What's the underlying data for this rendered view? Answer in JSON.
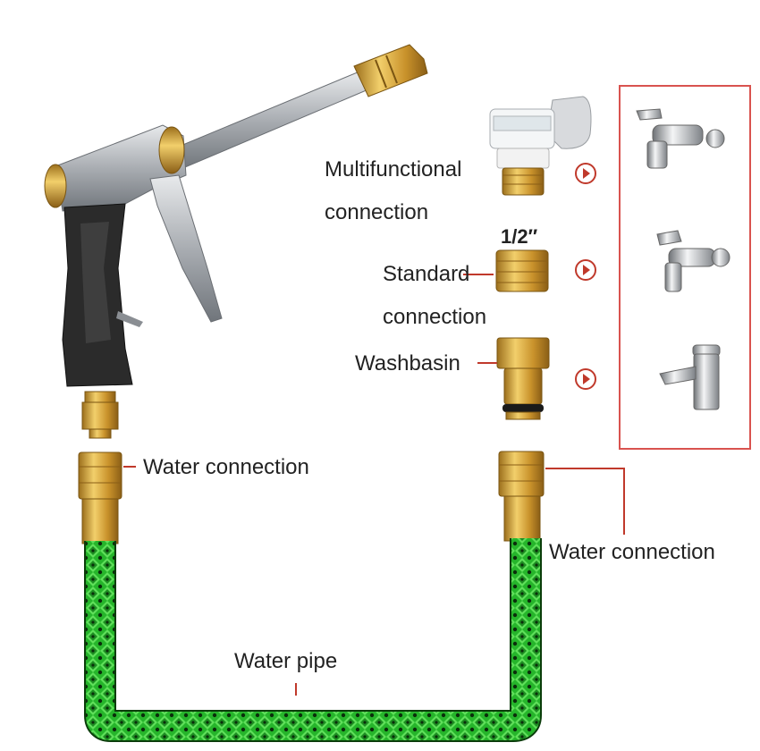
{
  "labels": {
    "multifunctional_line1": "Multifunctional",
    "multifunctional_line2": "connection",
    "size": "1/2″",
    "standard_line1": "Standard",
    "standard_line2": "connection",
    "washbasin": "Washbasin",
    "water_connection_left": "Water connection",
    "water_connection_right": "Water connection",
    "water_pipe": "Water pipe"
  },
  "colors": {
    "brass": "#d4a33a",
    "hose_green": "#25b02a",
    "hose_dark": "#0b3d0b",
    "leader_red": "#c0392b",
    "frame_red": "#d9534f",
    "metal": "#b9bcc0",
    "grip": "#2b2b2b"
  },
  "icons": [
    "spray-gun-icon",
    "tap-icon",
    "tap-icon",
    "basin-faucet-icon",
    "arrow-right-icon"
  ]
}
